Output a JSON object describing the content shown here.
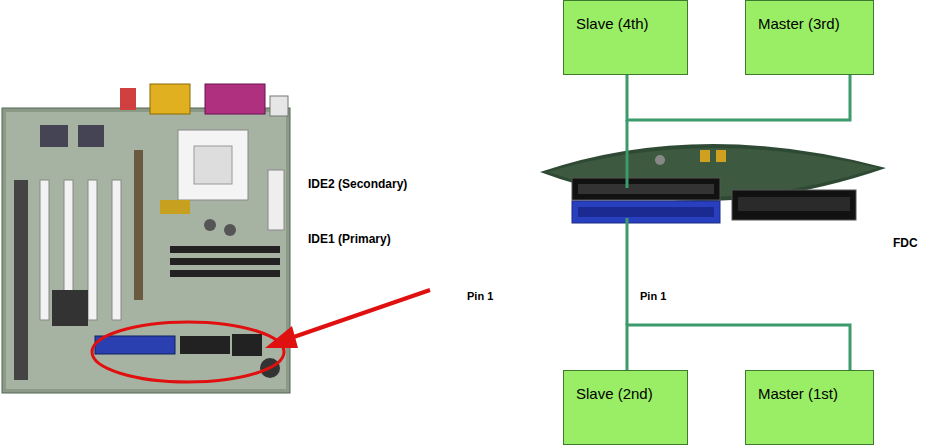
{
  "diagram": {
    "nodes": [
      {
        "text": [
          "Slave (4th)"
        ]
      },
      {
        "text": [
          "Master (3rd)"
        ]
      },
      {
        "text": [
          "Slave (2nd)"
        ]
      },
      {
        "text": [
          "Master (1st)"
        ]
      }
    ],
    "edges": [
      {
        "from": 0,
        "to": 1,
        "arrow": "none"
      },
      {
        "from": 2,
        "to": 3,
        "arrow": "none"
      }
    ],
    "labels": [
      "IDE2 (Secondary)",
      "IDE1 (Primary)",
      "FDC",
      "Pin 1",
      "Pin 1"
    ]
  }
}
